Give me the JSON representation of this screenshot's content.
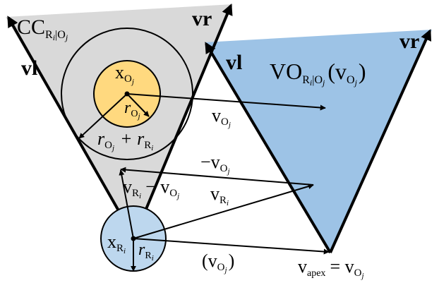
{
  "colors": {
    "cc_fill": "#d9d9d9",
    "vo_fill": "#9dc3e6",
    "obstacle_fill": "#ffd97f",
    "robot_fill": "#bdd7ee",
    "stroke": "#000000"
  },
  "cc_label": {
    "main": "CC",
    "sub_r": "R",
    "sub_i": "i",
    "sub_bar": "|O",
    "sub_j": "j"
  },
  "cc_vl": "vl",
  "cc_vr": "vr",
  "vo_vl": "vl",
  "vo_vr": "vr",
  "vo_label": {
    "main": "VO",
    "sub_r": "R",
    "sub_i": "i",
    "sub_bar": "|O",
    "sub_j": "j",
    "paren_open": "(v",
    "paren_sub_o": "O",
    "paren_sub_j": "j",
    "paren_close": ")"
  },
  "x_o": {
    "main": "x",
    "sub_o": "O",
    "sub_j": "j"
  },
  "r_o": {
    "main": "r",
    "sub_o": "O",
    "sub_j": "j"
  },
  "r_sum": {
    "r1": "r",
    "s1_o": "O",
    "s1_j": "j",
    "plus": "+ r",
    "s2_r": "R",
    "s2_i": "i"
  },
  "v_o": {
    "main": "v",
    "sub_o": "O",
    "sub_j": "j"
  },
  "neg_v_o": {
    "main": "−v",
    "sub_o": "O",
    "sub_j": "j"
  },
  "v_rel": {
    "v1": "v",
    "s1_r": "R",
    "s1_i": "i",
    "minus": "− v",
    "s2_o": "O",
    "s2_j": "j"
  },
  "v_r": {
    "main": "v",
    "sub_r": "R",
    "sub_i": "i"
  },
  "x_r": {
    "main": "x",
    "sub_r": "R",
    "sub_i": "i"
  },
  "r_r": {
    "main": "r",
    "sub_r": "R",
    "sub_i": "i"
  },
  "paren_vo": {
    "open": "(v",
    "sub_o": "O",
    "sub_j": "j",
    "close": ")"
  },
  "v_apex": {
    "main": "v",
    "sub": "apex",
    "eq": "= v",
    "sub_o": "O",
    "sub_j": "j"
  }
}
